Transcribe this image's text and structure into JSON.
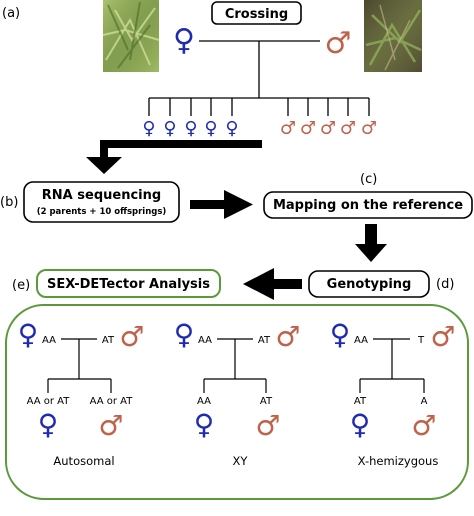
{
  "colors": {
    "female": "#1f2bb0",
    "male": "#c0614a",
    "box_border": "#000000",
    "green_border": "#5a9a3a",
    "arrow": "#000000",
    "plant_left_bg": "#8aa657",
    "plant_right_bg": "#5e5a3c"
  },
  "symbols": {
    "female": "♀",
    "male": "♂"
  },
  "labels": {
    "a": "(a)",
    "b": "(b)",
    "c": "(c)",
    "d": "(d)",
    "e": "(e)"
  },
  "boxes": {
    "crossing": "Crossing",
    "rna_title": "RNA sequencing",
    "rna_sub": "(2 parents + 10 offsprings)",
    "mapping": "Mapping on the reference",
    "genotyping": "Genotyping",
    "sexdetector": "SEX-DETector Analysis"
  },
  "offspring": {
    "females": 5,
    "males": 5
  },
  "models": [
    {
      "name": "Autosomal",
      "mother": "AA",
      "father": "AT",
      "daughter": "AA or AT",
      "son": "AA or AT"
    },
    {
      "name": "XY",
      "mother": "AA",
      "father": "AT",
      "daughter": "AA",
      "son": "AT"
    },
    {
      "name": "X-hemizygous",
      "mother": "AA",
      "father": "T",
      "daughter": "AT",
      "son": "A"
    }
  ]
}
